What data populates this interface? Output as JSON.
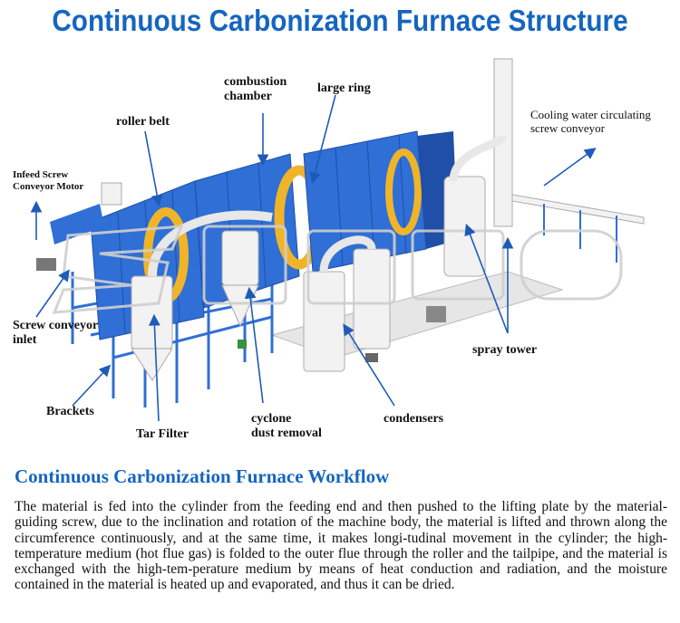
{
  "title": "Continuous Carbonization Furnace Structure",
  "labels": {
    "infeed_motor": [
      "Infeed Screw",
      "Conveyor Motor"
    ],
    "roller_belt": "roller belt",
    "combustion_chamber": [
      "combustion",
      "chamber"
    ],
    "large_ring": "large ring",
    "cooling_conveyor": [
      "Cooling water circulating",
      "screw conveyor"
    ],
    "screw_inlet": [
      "Screw conveyor",
      "inlet"
    ],
    "spray_tower": "spray tower",
    "brackets": "Brackets",
    "tar_filter": "Tar Filter",
    "cyclone": [
      "cyclone",
      "dust removal"
    ],
    "condensers": "condensers"
  },
  "workflow": {
    "heading": "Continuous Carbonization Furnace Workflow",
    "text": "The material is fed into the cylinder from the feeding end and then pushed to the lifting plate by the material-guiding screw, due to the inclination and rotation of the machine body, the material is lifted and thrown along the circumference continuously, and at the same time, it makes longi-tudinal movement in the cylinder; the high-temperature medium (hot flue gas) is folded to the outer flue through the roller and the tailpipe, and the material is exchanged with the high-tem-perature medium by means of heat conduction and radiation, and the moisture contained in the material is heated up and evaporated, and thus it can be dried."
  },
  "colors": {
    "title": "#1565c0",
    "machine_blue": "#2f6fd6",
    "machine_dark": "#1f4fa8",
    "ring_yellow": "#f0b429",
    "arrow": "#1e5bb8",
    "white_part": "#f2f2f2"
  }
}
